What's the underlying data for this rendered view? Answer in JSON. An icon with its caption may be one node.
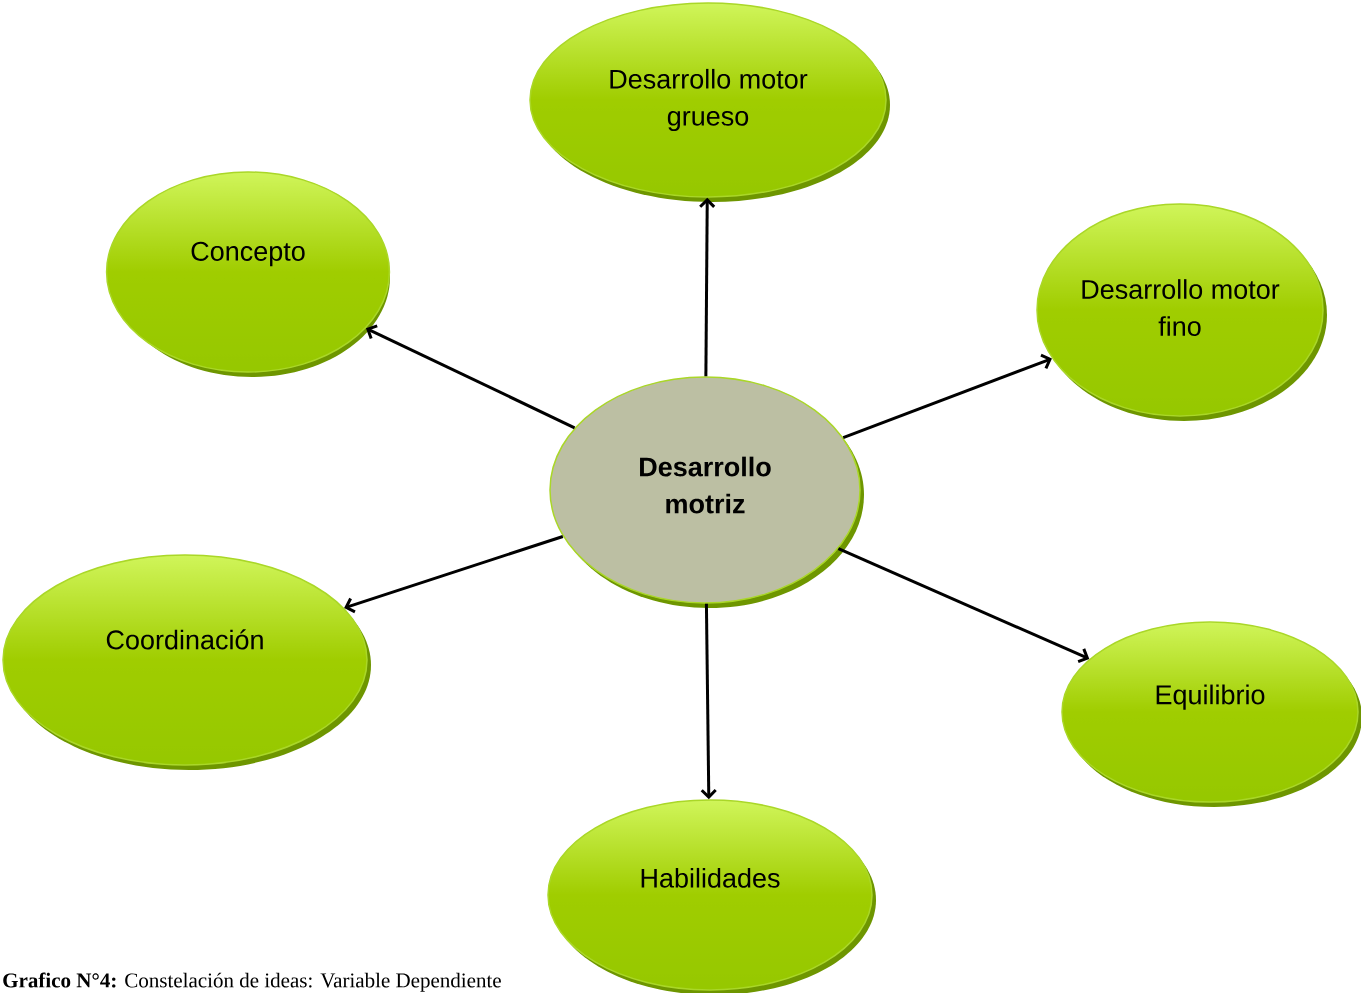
{
  "diagram": {
    "caption": "**Grafico N°4:** Constelación de ideas: Variable Dependiente",
    "nodes": [
      {
        "text": [
          "Desarrollo motriz"
        ]
      },
      {
        "text": [
          "Desarrollo motor grueso"
        ]
      },
      {
        "text": [
          "Concepto"
        ]
      },
      {
        "text": [
          "Desarrollo motor fino"
        ]
      },
      {
        "text": [
          "Coordinación"
        ]
      },
      {
        "text": [
          "Equilibrio"
        ]
      },
      {
        "text": [
          "Habilidades"
        ]
      }
    ],
    "edges": [
      {
        "from": 0,
        "to": 1,
        "arrow": "to"
      },
      {
        "from": 0,
        "to": 2,
        "arrow": "to"
      },
      {
        "from": 0,
        "to": 3,
        "arrow": "to"
      },
      {
        "from": 0,
        "to": 4,
        "arrow": "to"
      },
      {
        "from": 0,
        "to": 5,
        "arrow": "to"
      },
      {
        "from": 0,
        "to": 6,
        "arrow": "to"
      }
    ]
  }
}
